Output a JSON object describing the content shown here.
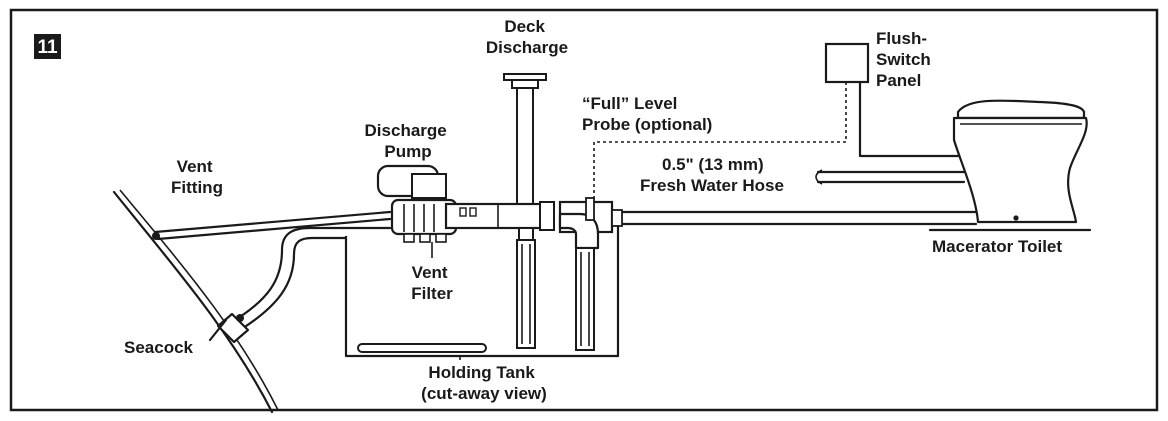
{
  "figure": {
    "number": "11",
    "labels": {
      "deck_discharge": [
        "Deck",
        "Discharge"
      ],
      "flush_switch_panel": [
        "Flush-",
        "Switch",
        "Panel"
      ],
      "full_level_probe": [
        "“Full” Level",
        "Probe (optional)"
      ],
      "discharge_pump": [
        "Discharge",
        "Pump"
      ],
      "vent_fitting": [
        "Vent",
        "Fitting"
      ],
      "fresh_water_hose": [
        "0.5\" (13 mm)",
        "Fresh Water Hose"
      ],
      "macerator_toilet": "Macerator Toilet",
      "vent_filter": [
        "Vent",
        "Filter"
      ],
      "seacock": "Seacock",
      "holding_tank": [
        "Holding Tank",
        "(cut-away view)"
      ]
    }
  }
}
